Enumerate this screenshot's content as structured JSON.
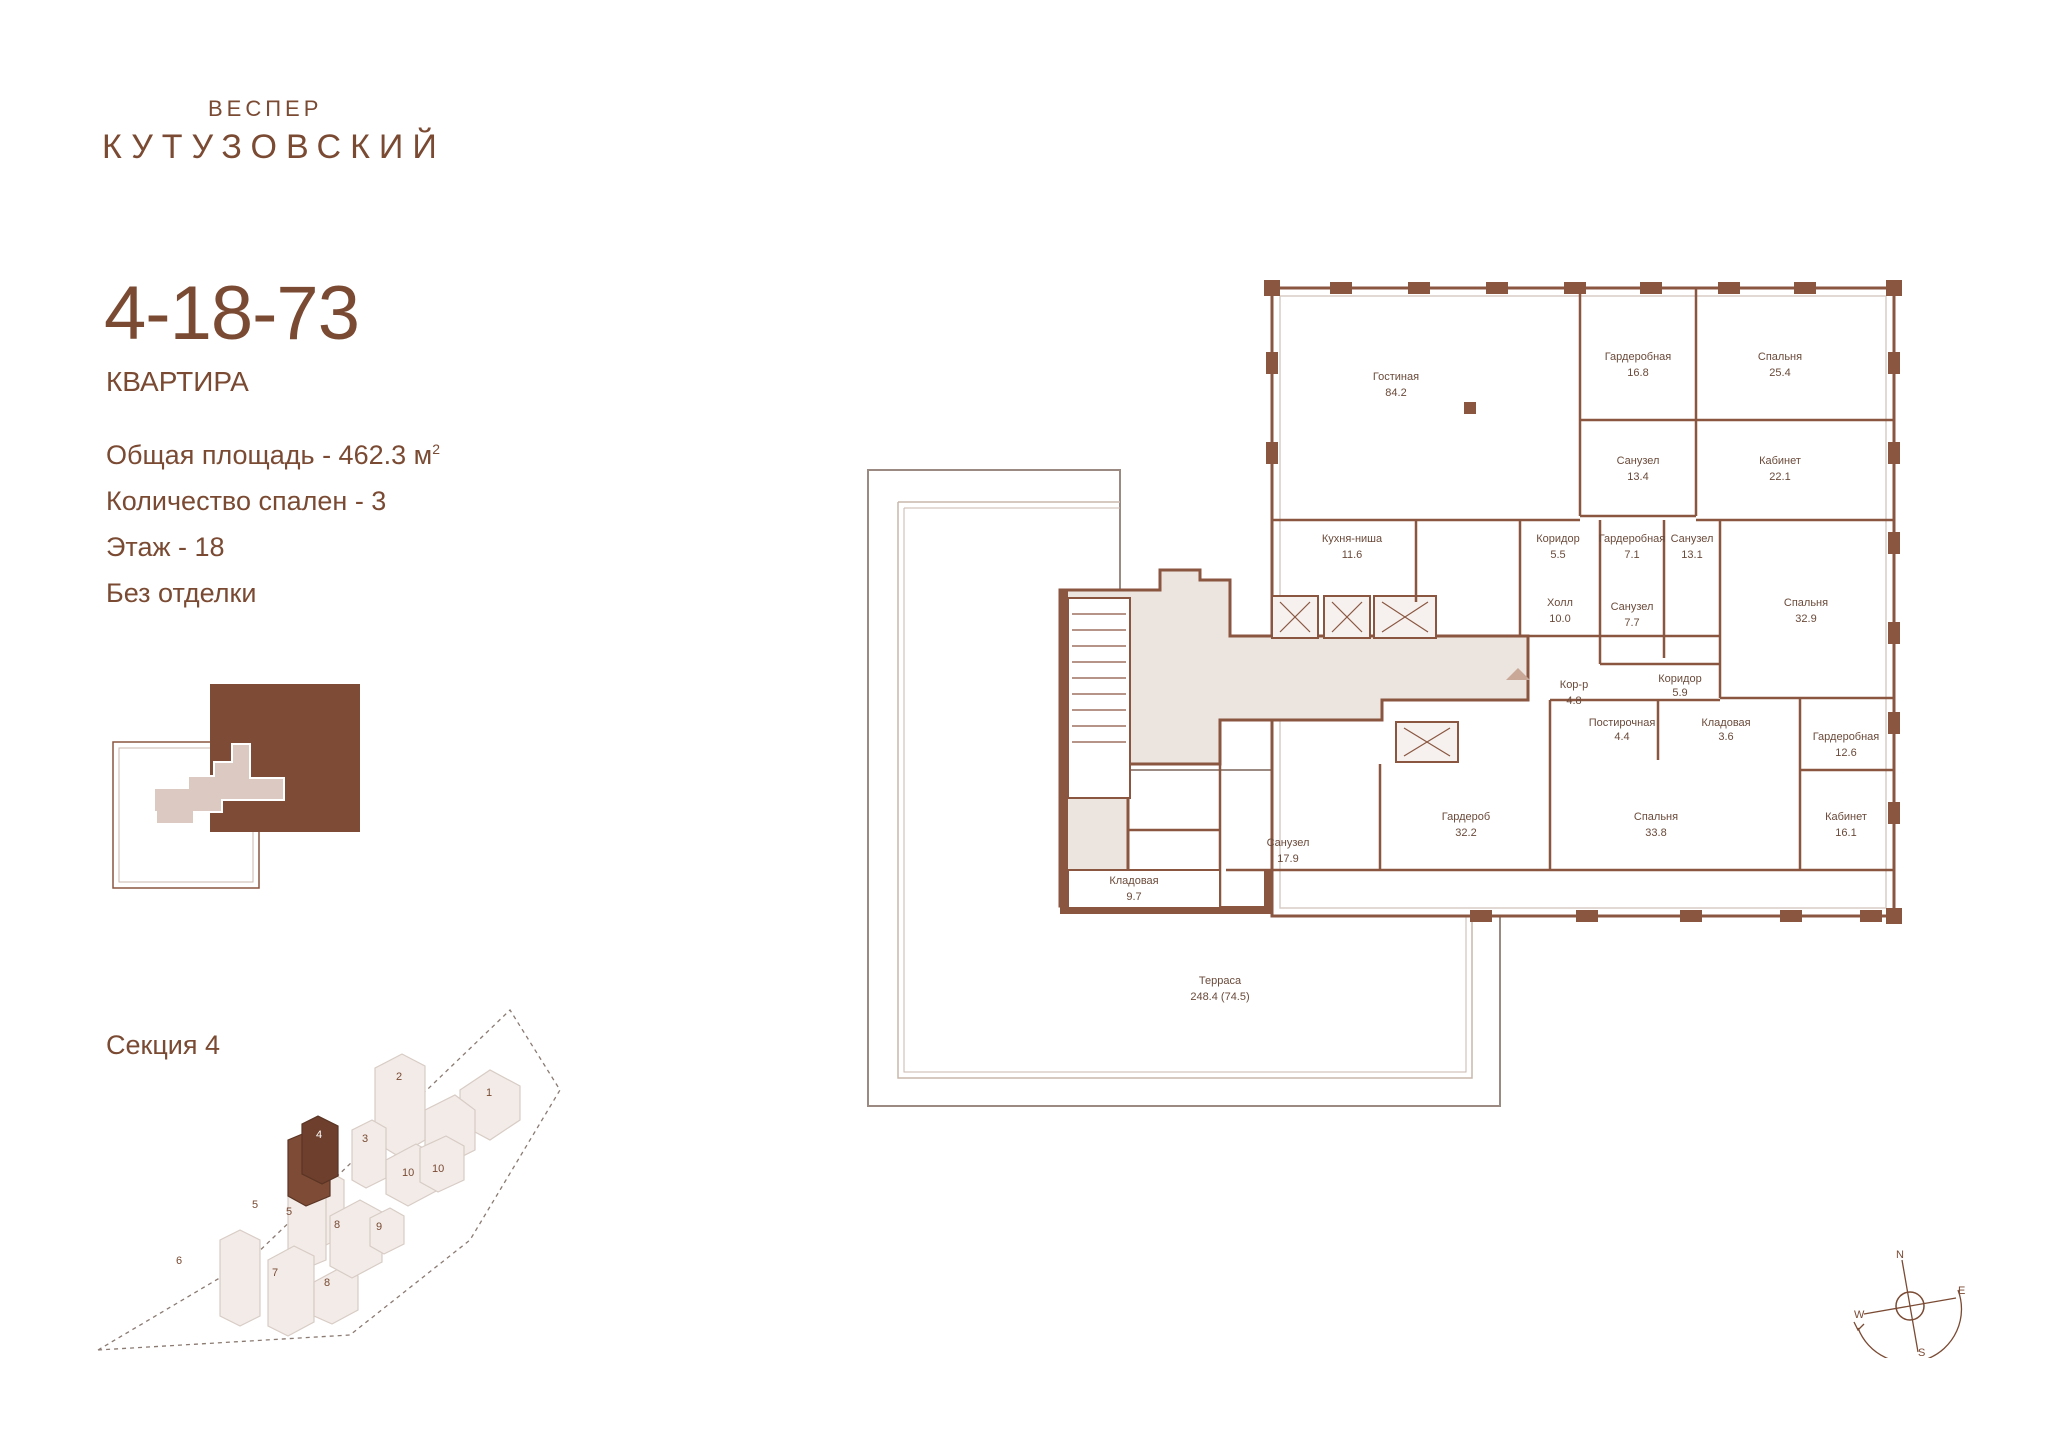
{
  "brand": {
    "top": "ВЕСПЕР",
    "main": "КУТУЗОВСКИЙ"
  },
  "apartment": {
    "number": "4-18-73",
    "type": "КВАРТИРА",
    "area_label": "Общая площадь - 462.3 м",
    "area_sup": "2",
    "bedrooms": "Количество спален - 3",
    "floor": "Этаж - 18",
    "finish": "Без отделки"
  },
  "section": {
    "label": "Секция 4"
  },
  "rooms": [
    {
      "name": "Гостиная",
      "area": "84.2"
    },
    {
      "name": "Гардеробная",
      "area": "16.8"
    },
    {
      "name": "Спальня",
      "area": "25.4"
    },
    {
      "name": "Санузел",
      "area": "13.4"
    },
    {
      "name": "Кабинет",
      "area": "22.1"
    },
    {
      "name": "Кухня-ниша",
      "area": "11.6"
    },
    {
      "name": "Коридор",
      "area": "5.5"
    },
    {
      "name": "Гардеробная",
      "area": "7.1"
    },
    {
      "name": "Санузел",
      "area": "13.1"
    },
    {
      "name": "Холл",
      "area": "10.0"
    },
    {
      "name": "Санузел",
      "area": "7.7"
    },
    {
      "name": "Спальня",
      "area": "32.9"
    },
    {
      "name": "Коридор",
      "area": "5.9"
    },
    {
      "name": "Кор-р",
      "area": "4.8"
    },
    {
      "name": "Постирочная",
      "area": "4.4"
    },
    {
      "name": "Кладовая",
      "area": "3.6"
    },
    {
      "name": "Гардеробная",
      "area": "12.6"
    },
    {
      "name": "Санузел",
      "area": "17.9"
    },
    {
      "name": "Гардероб",
      "area": "32.2"
    },
    {
      "name": "Спальня",
      "area": "33.8"
    },
    {
      "name": "Кабинет",
      "area": "16.1"
    },
    {
      "name": "Кладовая",
      "area": "9.7"
    },
    {
      "name": "Терраса",
      "area": "248.4 (74.5)"
    }
  ],
  "site_plan": {
    "buildings": [
      "1",
      "2",
      "3",
      "4",
      "5",
      "5",
      "6",
      "7",
      "8",
      "8",
      "9",
      "10",
      "10"
    ],
    "highlight": "4"
  },
  "compass": {
    "n": "N",
    "e": "E",
    "s": "S",
    "w": "W"
  },
  "colors": {
    "brand": "#7a4a33",
    "wall": "#8a5640",
    "core": "#ece4df",
    "highlight": "#7e4c36"
  }
}
